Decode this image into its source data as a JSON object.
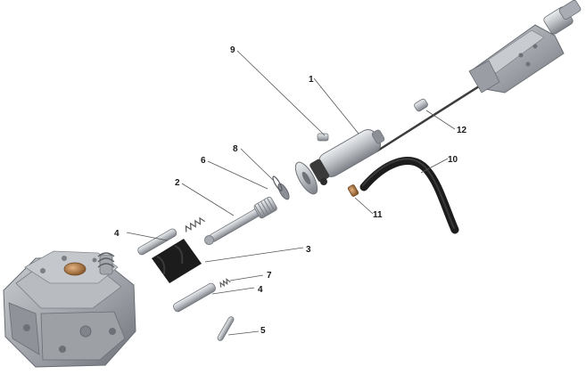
{
  "diagram": {
    "callouts": [
      "1",
      "2",
      "3",
      "4",
      "4",
      "5",
      "6",
      "7",
      "8",
      "9",
      "10",
      "11",
      "12"
    ],
    "colors": {
      "metal_light": "#d4d6da",
      "metal_mid": "#a9adb3",
      "metal_dark": "#6e7278",
      "rubber": "#1c1c1c",
      "brass": "#b07a45",
      "leader": "#555555"
    }
  }
}
